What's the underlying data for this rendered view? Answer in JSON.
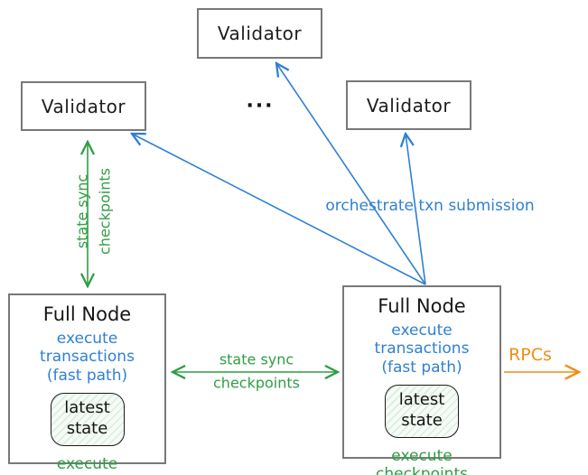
{
  "diagram": {
    "validators": [
      {
        "position": "top",
        "label": "Validator"
      },
      {
        "position": "left",
        "label": "Validator"
      },
      {
        "position": "right",
        "label": "Validator"
      }
    ],
    "ellipsis": "...",
    "full_nodes": {
      "left": {
        "title": "Full Node",
        "exec_line1": "execute transactions",
        "exec_line2": "(fast path)",
        "state_line1": "latest",
        "state_line2": "state",
        "footer": "execute checkpoints"
      },
      "right": {
        "title": "Full Node",
        "exec_line1": "execute transactions",
        "exec_line2": "(fast path)",
        "state_line1": "latest",
        "state_line2": "state",
        "footer": "execute checkpoints"
      }
    },
    "arrow_labels": {
      "left_sync_line1": "state sync",
      "left_sync_line2": "checkpoints",
      "mid_sync_line1": "state sync",
      "mid_sync_line2": "checkpoints",
      "orchestrate": "orchestrate txn submission",
      "rpcs": "RPCs"
    },
    "colors": {
      "green": "#2f9e44",
      "blue": "#2f80d4",
      "orange": "#ef8e1a",
      "box_border": "#787878",
      "text": "#1d1d1d"
    }
  }
}
